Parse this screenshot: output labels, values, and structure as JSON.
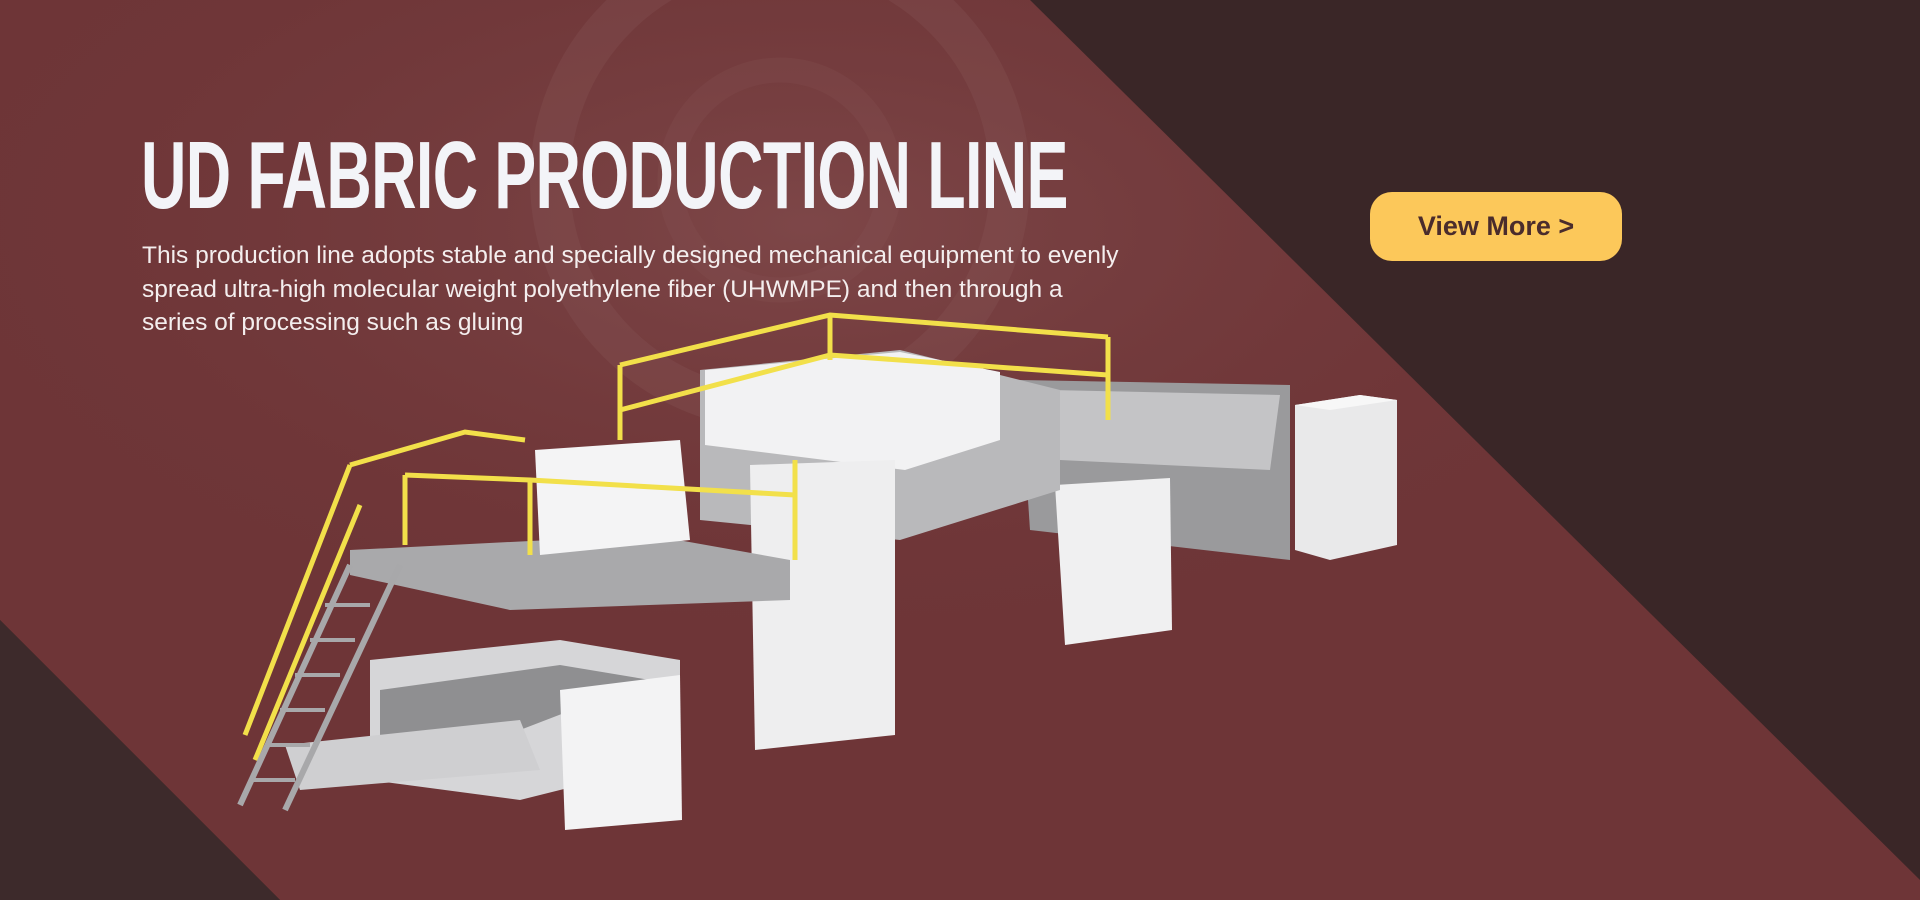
{
  "hero": {
    "title": "UD FABRIC PRODUCTION LINE",
    "description": "This production line adopts stable and specially designed mechanical equipment to evenly spread ultra-high molecular weight polyethylene fiber (UHWMPE) and then through a series of processing such as gluing",
    "cta_label": "View More >",
    "image": "ud-fabric-production-line-machine"
  },
  "colors": {
    "band": "#6e3537",
    "dark": "#3a2627",
    "button": "#fcc85a",
    "button_text": "#4a2c2c",
    "railing": "#f2e04a"
  }
}
